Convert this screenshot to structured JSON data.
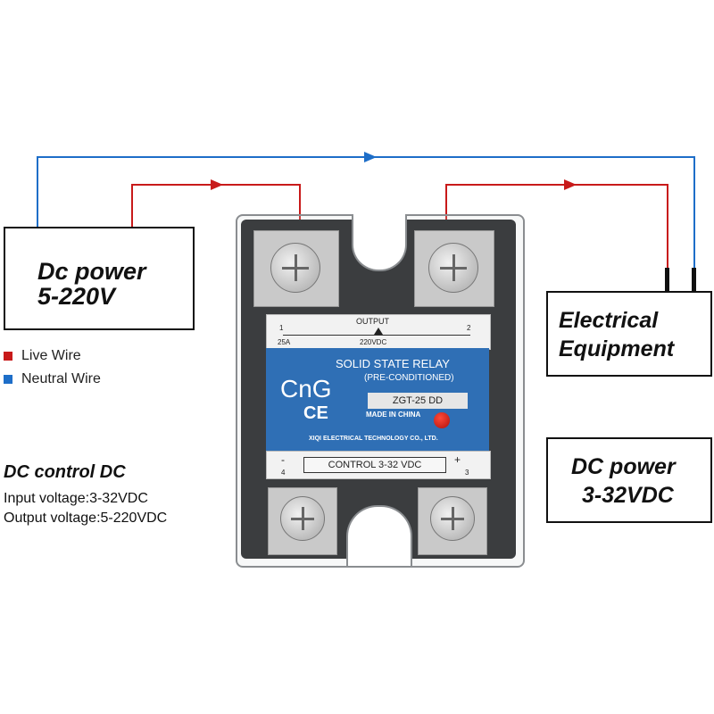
{
  "colors": {
    "live": "#c81a1a",
    "neutral": "#1e6ec8"
  },
  "dc_power_box": {
    "line1": "Dc power",
    "line2": "5-220V"
  },
  "equipment_box": {
    "line1": "Electrical",
    "line2": "Equipment"
  },
  "control_power_box": {
    "line1": "DC power",
    "line2": "3-32VDC"
  },
  "legend": [
    {
      "label": "Live Wire",
      "color": "#c81a1a"
    },
    {
      "label": "Neutral Wire",
      "color": "#1e6ec8"
    }
  ],
  "info": {
    "title": "DC control DC",
    "input": "Input voltage:3-32VDC",
    "output": "Output voltage:5-220VDC"
  },
  "relay": {
    "output_label": "OUTPUT",
    "terminal_1": "1",
    "terminal_2": "2",
    "rating": "25A",
    "voltage": "220VDC",
    "title": "SOLID STATE RELAY",
    "subtitle": "(PRE-CONDITIONED)",
    "logo": "CnG",
    "ce_mark": "CE",
    "model": "ZGT-25 DD",
    "made_in": "MADE IN CHINA",
    "company": "XIQI ELECTRICAL TECHNOLOGY CO., LTD.",
    "control": "CONTROL 3-32 VDC",
    "minus": "-",
    "plus": "+",
    "terminal_3": "3",
    "terminal_4": "4"
  }
}
